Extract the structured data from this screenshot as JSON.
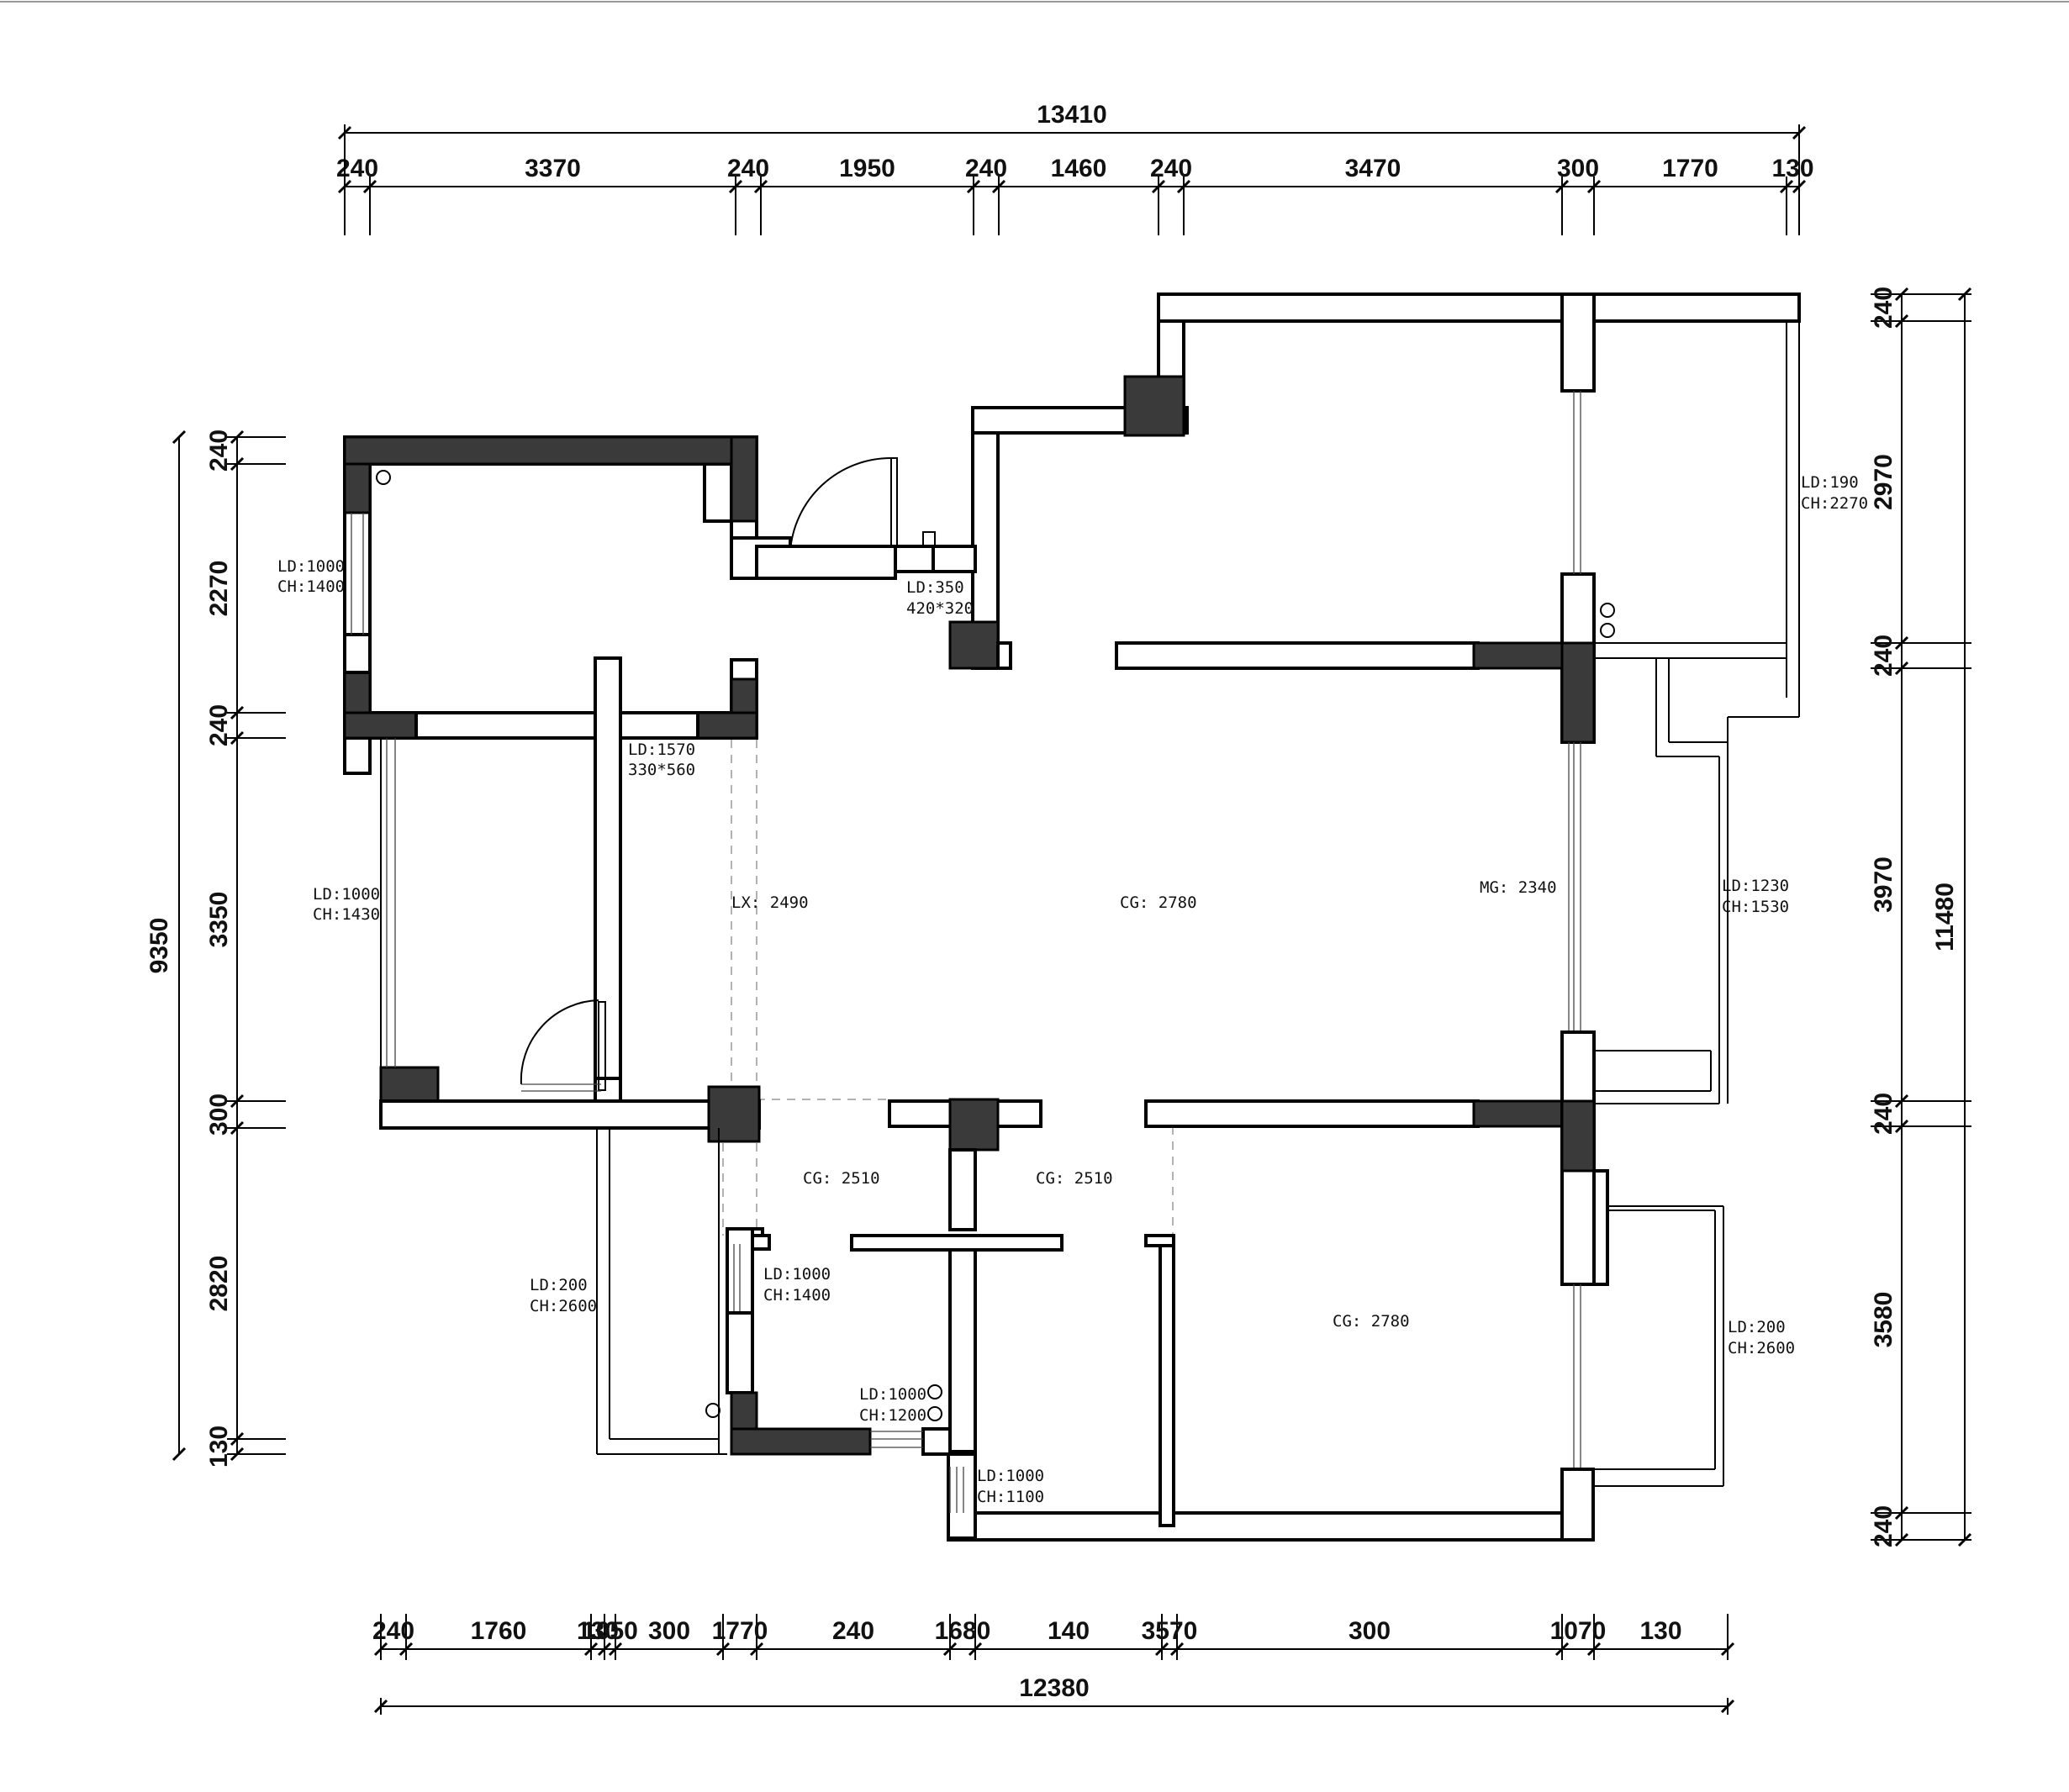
{
  "dimensions": {
    "top_total": "13410",
    "top_segments": [
      "240",
      "3370",
      "240",
      "1950",
      "240",
      "1460",
      "240",
      "3470",
      "300",
      "1770",
      "130"
    ],
    "bottom_total": "12380",
    "bottom_segments": [
      "240",
      "1760",
      "130",
      "1050",
      "300",
      "1770",
      "240",
      "1680",
      "140",
      "3570",
      "300",
      "1070",
      "130"
    ],
    "left_total": "9350",
    "left_segments": [
      "240",
      "2270",
      "240",
      "3350",
      "300",
      "2820",
      "130"
    ],
    "right_total": "11480",
    "right_segments": [
      "240",
      "2970",
      "240",
      "3970",
      "240",
      "3580",
      "240"
    ]
  },
  "annotations": {
    "win_bed1_ld": "LD:1000",
    "win_bed1_ch": "CH:1400",
    "win_bed2_ld": "LD:1000",
    "win_bed2_ch": "CH:1430",
    "win_kitchen_ld": "LD:350",
    "win_kitchen_size": "420*320",
    "beam_ld": "LD:1570",
    "beam_size": "330*560",
    "lx": "LX: 2490",
    "cg_center": "CG: 2780",
    "mg": "MG: 2340",
    "win_balc_top_ld": "LD:190",
    "win_balc_top_ch": "CH:2270",
    "win_balc_mid_ld": "LD:1230",
    "win_balc_mid_ch": "CH:1530",
    "win_balc_bot_ld": "LD:200",
    "win_balc_bot_ch": "CH:2600",
    "cg_lower_left": "CG: 2510",
    "cg_lower_mid": "CG: 2510",
    "cg_lower_right": "CG: 2780",
    "win_left_balc_ld": "LD:200",
    "win_left_balc_ch": "CH:2600",
    "win_bath1_ld": "LD:1000",
    "win_bath1_ch": "CH:1400",
    "win_bath2_ld": "LD:1000",
    "win_bath2_ch": "CH:1200",
    "win_bath3_ld": "LD:1000",
    "win_bath3_ch": "CH:1100"
  }
}
